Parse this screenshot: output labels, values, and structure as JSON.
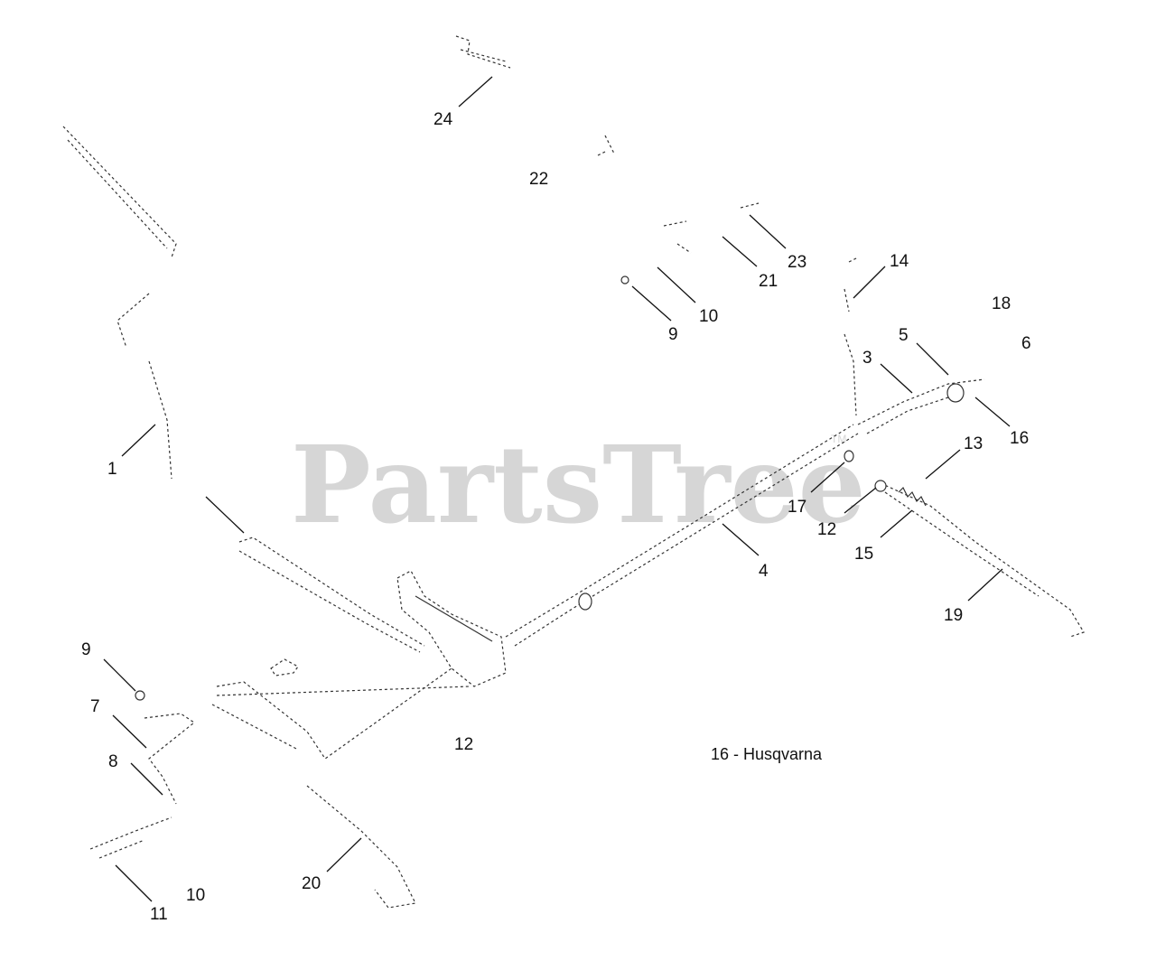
{
  "watermark": {
    "text": "PartsTree",
    "tm": "TM"
  },
  "caption": "16 - Husqvarna",
  "callouts": [
    {
      "id": "c24",
      "label": "24"
    },
    {
      "id": "c22",
      "label": "22"
    },
    {
      "id": "c23",
      "label": "23"
    },
    {
      "id": "c21",
      "label": "21"
    },
    {
      "id": "c10a",
      "label": "10"
    },
    {
      "id": "c9a",
      "label": "9"
    },
    {
      "id": "c14",
      "label": "14"
    },
    {
      "id": "c18",
      "label": "18"
    },
    {
      "id": "c5",
      "label": "5"
    },
    {
      "id": "c6",
      "label": "6"
    },
    {
      "id": "c3",
      "label": "3"
    },
    {
      "id": "c16",
      "label": "16"
    },
    {
      "id": "c13",
      "label": "13"
    },
    {
      "id": "c17",
      "label": "17"
    },
    {
      "id": "c12a",
      "label": "12"
    },
    {
      "id": "c15",
      "label": "15"
    },
    {
      "id": "c4",
      "label": "4"
    },
    {
      "id": "c19",
      "label": "19"
    },
    {
      "id": "c1",
      "label": "1"
    },
    {
      "id": "c9b",
      "label": "9"
    },
    {
      "id": "c7",
      "label": "7"
    },
    {
      "id": "c8",
      "label": "8"
    },
    {
      "id": "c12b",
      "label": "12"
    },
    {
      "id": "c20",
      "label": "20"
    },
    {
      "id": "c11",
      "label": "11"
    },
    {
      "id": "c10b",
      "label": "10"
    }
  ]
}
